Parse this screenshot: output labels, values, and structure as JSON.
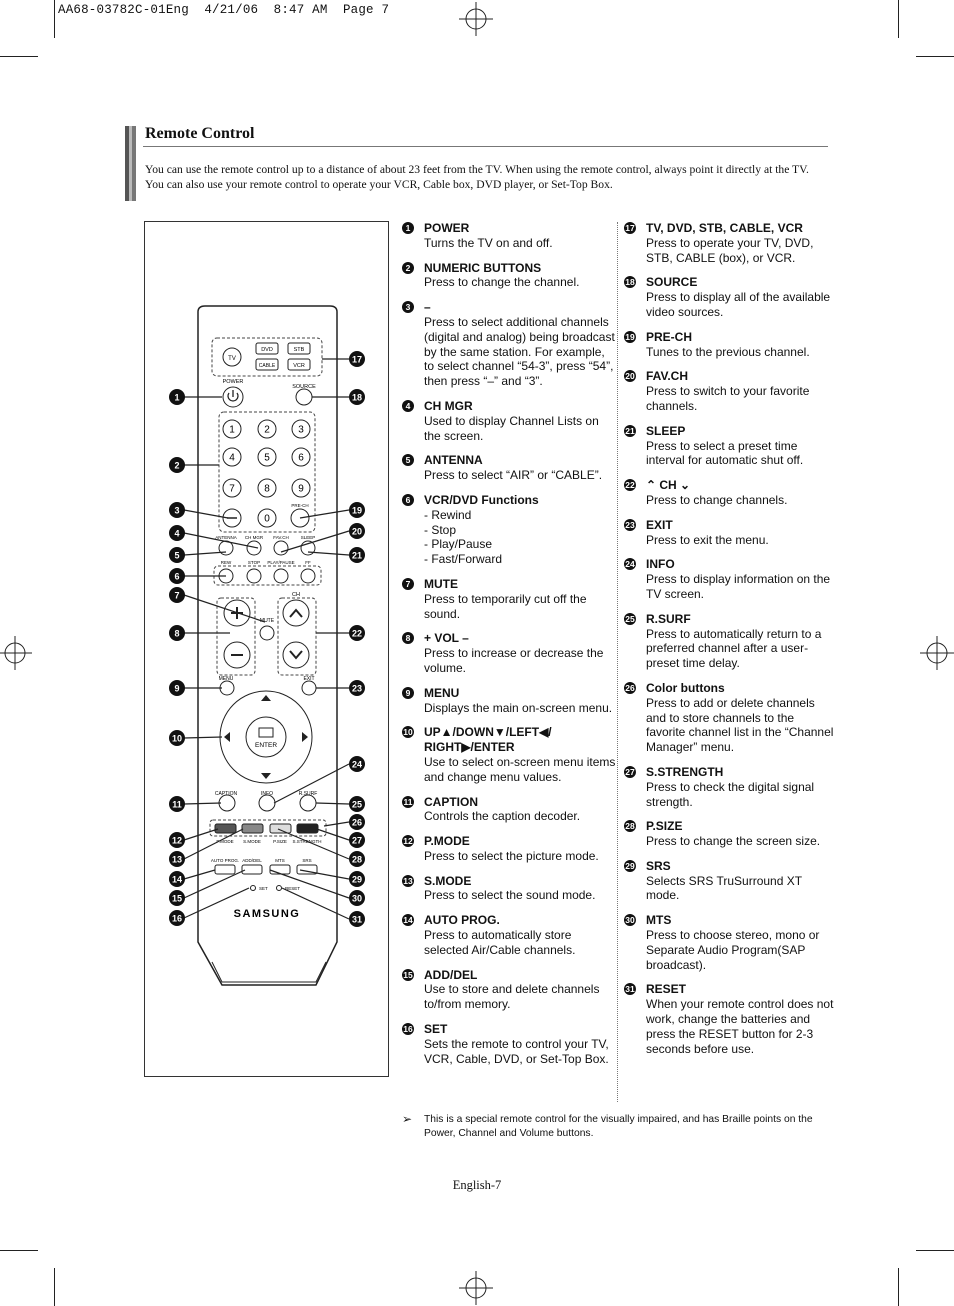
{
  "header": "AA68-03782C-01Eng  4/21/06  8:47 AM  Page 7",
  "section_title": "Remote Control",
  "intro": "You can use the remote control up to a distance of about 23 feet from the TV. When using the remote control, always point it directly at the TV. You can also use your remote control to operate your VCR, Cable box, DVD player, or Set-Top Box.",
  "remote": {
    "mode_buttons": [
      "TV",
      "DVD",
      "STB",
      "CABLE",
      "VCR"
    ],
    "power_label": "POWER",
    "source_label": "SOURCE",
    "digits": [
      "1",
      "2",
      "3",
      "4",
      "5",
      "6",
      "7",
      "8",
      "9",
      "0"
    ],
    "prech_label": "PRE-CH",
    "row_labels": [
      "ANTENNA",
      "CH MGR",
      "FAV.CH",
      "SLEEP"
    ],
    "transport_labels": [
      "REW",
      "STOP",
      "PLAY/PAUSE",
      "FF"
    ],
    "mute_label": "MUTE",
    "ch_label": "CH",
    "menu_label": "MENU",
    "exit_label": "EXIT",
    "enter_label": "ENTER",
    "caption_label": "CAPTION",
    "info_label": "INFO",
    "rsurf_label": "R.SURF",
    "mode_row_labels": [
      "P.MODE",
      "S.MODE",
      "P.SIZE",
      "S.STRENGTH"
    ],
    "bottom_labels": [
      "AUTO PROG.",
      "ADD/DEL",
      "MTS",
      "SRS"
    ],
    "set_label": "SET",
    "reset_label": "RESET",
    "brand": "SAMSUNG",
    "callouts_left": [
      "1",
      "2",
      "3",
      "4",
      "5",
      "6",
      "7",
      "8",
      "9",
      "10",
      "11",
      "12",
      "13",
      "14",
      "15",
      "16"
    ],
    "callouts_right": [
      "17",
      "18",
      "19",
      "20",
      "21",
      "22",
      "23",
      "24",
      "25",
      "26",
      "27",
      "28",
      "29",
      "30",
      "31"
    ]
  },
  "items_left": [
    {
      "n": "1",
      "title": "POWER",
      "desc": "Turns the TV on and off."
    },
    {
      "n": "2",
      "title": "NUMERIC BUTTONS",
      "desc": "Press to change the channel."
    },
    {
      "n": "3",
      "title": "–",
      "desc": "Press to select additional channels (digital and analog) being broadcast by the same station. For example, to select channel “54-3”, press “54”, then press “–” and “3”."
    },
    {
      "n": "4",
      "title": "CH MGR",
      "desc": "Used to display Channel Lists on the screen."
    },
    {
      "n": "5",
      "title": "ANTENNA",
      "desc": "Press to select “AIR” or “CABLE”."
    },
    {
      "n": "6",
      "title": "VCR/DVD Functions",
      "desc": "- Rewind\n- Stop\n- Play/Pause\n- Fast/Forward"
    },
    {
      "n": "7",
      "title": "MUTE",
      "desc": "Press to temporarily cut off the sound."
    },
    {
      "n": "8",
      "title": "+ VOL –",
      "desc": "Press to increase or decrease the volume."
    },
    {
      "n": "9",
      "title": "MENU",
      "desc": "Displays the main on-screen menu."
    },
    {
      "n": "10",
      "title": "UP▲/DOWN▼/LEFT◀/ RIGHT▶/ENTER",
      "desc": "Use to select on-screen menu items and change menu values."
    },
    {
      "n": "11",
      "title": "CAPTION",
      "desc": "Controls the caption decoder."
    },
    {
      "n": "12",
      "title": "P.MODE",
      "desc": "Press to select the picture mode."
    },
    {
      "n": "13",
      "title": "S.MODE",
      "desc": "Press to select the sound mode."
    },
    {
      "n": "14",
      "title": "AUTO PROG.",
      "desc": "Press to automatically store selected Air/Cable channels."
    },
    {
      "n": "15",
      "title": "ADD/DEL",
      "desc": "Use to store and delete channels to/from memory."
    },
    {
      "n": "16",
      "title": "SET",
      "desc": "Sets the remote to control your TV, VCR, Cable, DVD, or Set-Top Box."
    }
  ],
  "items_right": [
    {
      "n": "17",
      "title": "TV, DVD, STB, CABLE, VCR",
      "desc": "Press to operate your TV, DVD, STB, CABLE (box), or VCR."
    },
    {
      "n": "18",
      "title": "SOURCE",
      "desc": "Press to display all of the available video sources."
    },
    {
      "n": "19",
      "title": "PRE-CH",
      "desc": "Tunes to the previous channel."
    },
    {
      "n": "20",
      "title": "FAV.CH",
      "desc": "Press to switch to your favorite channels."
    },
    {
      "n": "21",
      "title": "SLEEP",
      "desc": "Press to select a preset time interval for automatic shut off."
    },
    {
      "n": "22",
      "title": "⌃ CH ⌄",
      "desc": "Press to change channels."
    },
    {
      "n": "23",
      "title": "EXIT",
      "desc": "Press to exit the menu."
    },
    {
      "n": "24",
      "title": "INFO",
      "desc": "Press to display information on the TV screen."
    },
    {
      "n": "25",
      "title": "R.SURF",
      "desc": "Press to automatically return to a preferred channel after a user-preset time delay."
    },
    {
      "n": "26",
      "title": "Color buttons",
      "desc": "Press to add or delete channels and to store channels to the favorite channel list in the “Channel Manager” menu."
    },
    {
      "n": "27",
      "title": "S.STRENGTH",
      "desc": "Press to check the digital signal strength."
    },
    {
      "n": "28",
      "title": "P.SIZE",
      "desc": "Press to change the screen size."
    },
    {
      "n": "29",
      "title": "SRS",
      "desc": "Selects SRS TruSurround XT mode."
    },
    {
      "n": "30",
      "title": "MTS",
      "desc": "Press to choose stereo, mono or Separate Audio Program(SAP broadcast)."
    },
    {
      "n": "31",
      "title": "RESET",
      "desc": "When your remote control does not work, change the batteries and press the RESET button for 2-3 seconds before use."
    }
  ],
  "note": "This is a special remote control for the visually impaired, and has Braille points on the Power, Channel and Volume buttons.",
  "footer": "English-7"
}
